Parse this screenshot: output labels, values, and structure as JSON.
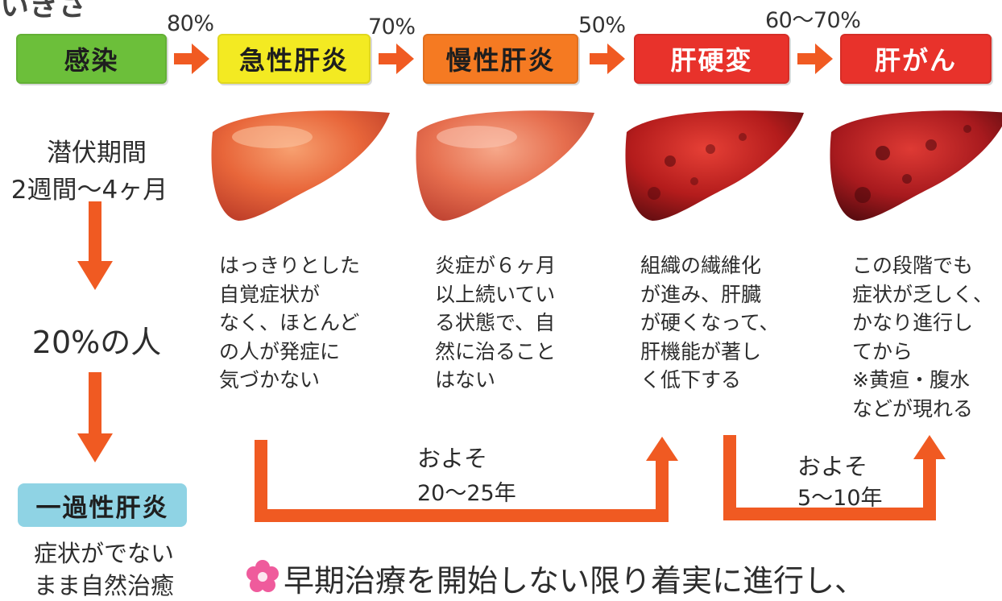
{
  "header_partial": "いきさ",
  "stages": [
    {
      "label": "感染",
      "color": "#6cbf3a",
      "text_color": "#1e1e1e"
    },
    {
      "label": "急性肝炎",
      "color": "#f3ea22",
      "text_color": "#1e1e1e"
    },
    {
      "label": "慢性肝炎",
      "color": "#f57a22",
      "text_color": "#1e1e1e"
    },
    {
      "label": "肝硬変",
      "color": "#e8322b",
      "text_color": "#ffffff"
    },
    {
      "label": "肝がん",
      "color": "#e8322b",
      "text_color": "#ffffff"
    }
  ],
  "transition_rates": [
    "80%",
    "70%",
    "50%",
    "60〜70%"
  ],
  "left_column": {
    "incubation_title": "潜伏期間",
    "incubation_period": "2週間〜4ヶ月",
    "percent_people": "20%の人",
    "transient_label": "一過性肝炎",
    "transient_color": "#8fd3e4",
    "transient_note_1": "症状がでない",
    "transient_note_2": "まま自然治癒"
  },
  "descriptions": [
    "はっきりとした\n自覚症状が\nなく、ほとんど\nの人が発症に\n気づかない",
    "炎症が６ヶ月\n以上続いてい\nる状態で、自\n然に治ること\nはない",
    "組織の繊維化\nが進み、肝臓\nが硬くなって、\n肝機能が著し\nく低下する",
    "この段階でも\n症状が乏しく、\nかなり進行し\nてから\n※黄疸・腹水\nなどが現れる"
  ],
  "durations": [
    {
      "approx": "およそ",
      "years": "20〜25年"
    },
    {
      "approx": "およそ",
      "years": "5〜10年"
    }
  ],
  "footer_text": "早期治療を開始しない限り着実に進行し、",
  "accent_arrow_color": "#f05a22",
  "icons": {
    "flower": "flower-icon",
    "arrow": "arrow-icon"
  }
}
